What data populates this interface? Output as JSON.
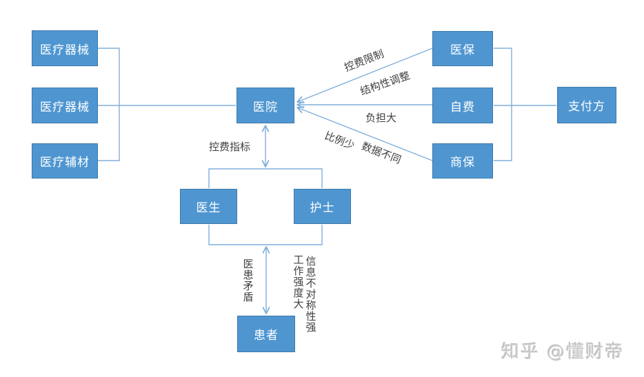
{
  "diagram": {
    "nodes": {
      "medical_device_1": {
        "label": "医疗器械"
      },
      "medical_device_2": {
        "label": "医疗器械"
      },
      "medical_materials": {
        "label": "医疗辅材"
      },
      "hospital": {
        "label": "医院"
      },
      "medical_insurance": {
        "label": "医保"
      },
      "self_pay": {
        "label": "自费"
      },
      "commercial_insurance": {
        "label": "商保"
      },
      "payer": {
        "label": "支付方"
      },
      "doctor": {
        "label": "医生"
      },
      "nurse": {
        "label": "护士"
      },
      "patient": {
        "label": "患者"
      }
    },
    "edge_labels": {
      "cost_control_limit": "控费限制",
      "structural_adjustment": "结构性调整",
      "heavy_burden": "负担大",
      "small_proportion": "比例少",
      "different_data": "数据不同",
      "cost_control_index": "控费指标",
      "doctor_patient_conflict": "医患矛盾",
      "high_work_intensity": "工作强度大",
      "info_asymmetry": "信息不对称性强"
    },
    "colors": {
      "node_fill": "#4f96d1",
      "node_border": "#3c78a8",
      "connector": "#7fafdc",
      "label_text": "#3f3f3f",
      "background": "#ffffff",
      "watermark": "#cbcbcb"
    }
  },
  "watermark": {
    "text": "知乎 @懂财帝"
  }
}
